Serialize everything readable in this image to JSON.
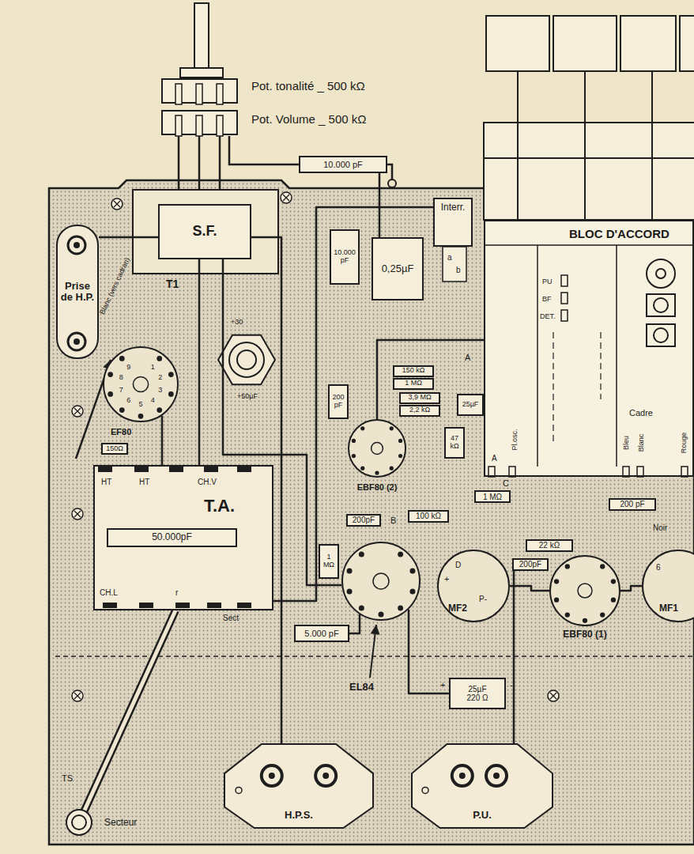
{
  "diagram": {
    "nodes": [
      {
        "text": [
          "S.F."
        ]
      },
      {
        "text": [
          "Prise de H.P."
        ]
      },
      {
        "text": [
          "Interr."
        ]
      },
      {
        "text": [
          "0,25µF"
        ]
      },
      {
        "text": [
          "10.000 pF"
        ]
      },
      {
        "text": [
          "10.000 pF"
        ]
      },
      {
        "text": [
          "T.A."
        ]
      },
      {
        "text": [
          "50.000pF"
        ],
        "in": 6
      },
      {
        "text": [
          "EF80"
        ]
      },
      {
        "text": [
          "BLOC D'ACCORD"
        ]
      },
      {
        "text": [
          "MF2"
        ]
      },
      {
        "text": [
          "EBF80 (1)"
        ]
      },
      {
        "text": [
          "EL84"
        ]
      },
      {
        "text": [
          "H.P.S."
        ]
      },
      {
        "text": [
          "P.U."
        ]
      },
      {
        "text": [
          "MF1"
        ]
      },
      {
        "text": [
          "EBF80 (2)"
        ]
      },
      {
        "text": [
          "150 kΩ"
        ]
      },
      {
        "text": [
          "1 MΩ"
        ]
      },
      {
        "text": [
          "3,9 MΩ"
        ]
      },
      {
        "text": [
          "2,2 kΩ"
        ]
      },
      {
        "text": [
          "25µF"
        ]
      },
      {
        "text": [
          "200 pF"
        ]
      },
      {
        "text": [
          "47 kΩ"
        ]
      },
      {
        "text": [
          "1 MΩ"
        ]
      },
      {
        "text": [
          "200 pF"
        ]
      },
      {
        "text": [
          "22 kΩ"
        ]
      },
      {
        "text": [
          "200pF"
        ]
      },
      {
        "text": [
          "25µF",
          "220 Ω"
        ]
      },
      {
        "text": [
          "5.000 pF"
        ]
      },
      {
        "text": [
          "150Ω"
        ]
      },
      {
        "text": [
          "1 MΩ"
        ]
      },
      {
        "text": [
          "100 kΩ"
        ]
      },
      {
        "text": [
          "200pF"
        ]
      }
    ],
    "edges": [
      {
        "from": 6,
        "to": 0,
        "arrow": "none"
      },
      {
        "from": 0,
        "to": 12,
        "arrow": "none"
      },
      {
        "from": 13,
        "to": 0,
        "arrow": "none"
      },
      {
        "from": 14,
        "to": 27,
        "arrow": "none"
      },
      {
        "from": 28,
        "to": 12,
        "arrow": "none"
      },
      {
        "from": 29,
        "to": 12,
        "arrow": "none"
      },
      {
        "from": 10,
        "to": 11,
        "arrow": "none"
      },
      {
        "from": 11,
        "to": 15,
        "arrow": "none"
      },
      {
        "from": 9,
        "to": 16,
        "arrow": "none"
      },
      {
        "from": 2,
        "to": 6,
        "arrow": "none"
      },
      {
        "from": 8,
        "to": 6,
        "arrow": "none"
      },
      {
        "from": 4,
        "to": 3,
        "arrow": "none"
      },
      {
        "from": 1,
        "to": 0,
        "arrow": "none"
      }
    ],
    "labels": [
      "Pot. tonalité _ 500 kΩ",
      "Pot. Volume _ 500 kΩ",
      "Blanc (vers cadran)",
      "T1",
      "+30",
      "+50µF",
      "HT",
      "HT",
      "CH.V",
      "CH.L",
      "r",
      "Sect",
      "PU",
      "BF",
      "DET.",
      "A",
      "Pl.osc.",
      "Bleu",
      "Blanc",
      "Rouge",
      "Cadre",
      "a",
      "b",
      "A",
      "B",
      "C",
      "D",
      "+",
      "P-",
      "Noir",
      "6",
      "TS",
      "Secteur",
      "+",
      "-",
      "1",
      "2",
      "3",
      "4",
      "5",
      "6",
      "7",
      "8",
      "9"
    ]
  }
}
